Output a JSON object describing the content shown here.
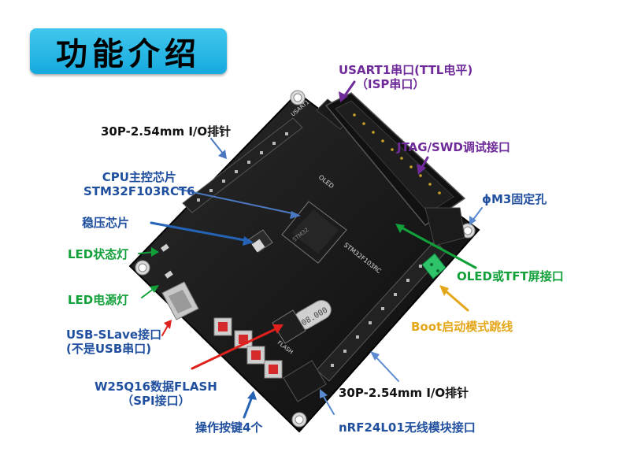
{
  "title": "功能介绍",
  "labels": {
    "usart1_line1": "USART1串口(TTL电平)",
    "usart1_line2": "（ISP串口）",
    "io_header_top": "30P-2.54mm  I/O排针",
    "jtag": "JTAG/SWD调试接口",
    "cpu_line1": "CPU主控芯片",
    "cpu_line2": "STM32F103RCT6",
    "m3_hole": "ϕM3固定孔",
    "regulator": "稳压芯片",
    "led_status": "LED状态灯",
    "oled": "OLED或TFT屏接口",
    "led_power": "LED电源灯",
    "boot": "Boot启动模式跳线",
    "usb_line1": "USB-SLave接口",
    "usb_line2": "(不是USB串口)",
    "flash_line1": "W25Q16数据FLASH",
    "flash_line2": "（SPI接口）",
    "io_header_bottom": "30P-2.54mm  I/O排针",
    "keys": "操作按键4个",
    "nrf": "nRF24L01无线模块接口"
  },
  "board": {
    "oled_silk": "OLED",
    "chip_silk": "STM32F103RC",
    "crystal": "08.000",
    "flash_silk": "FLASH",
    "usart_silk": "USART1"
  },
  "colors": {
    "title_bg": "#1fb1e3",
    "blue": "#1f4f9e",
    "purple": "#6f2a9a",
    "green": "#12a03a",
    "gold": "#e5a71a",
    "red": "#e0201c",
    "board": "#151515"
  }
}
